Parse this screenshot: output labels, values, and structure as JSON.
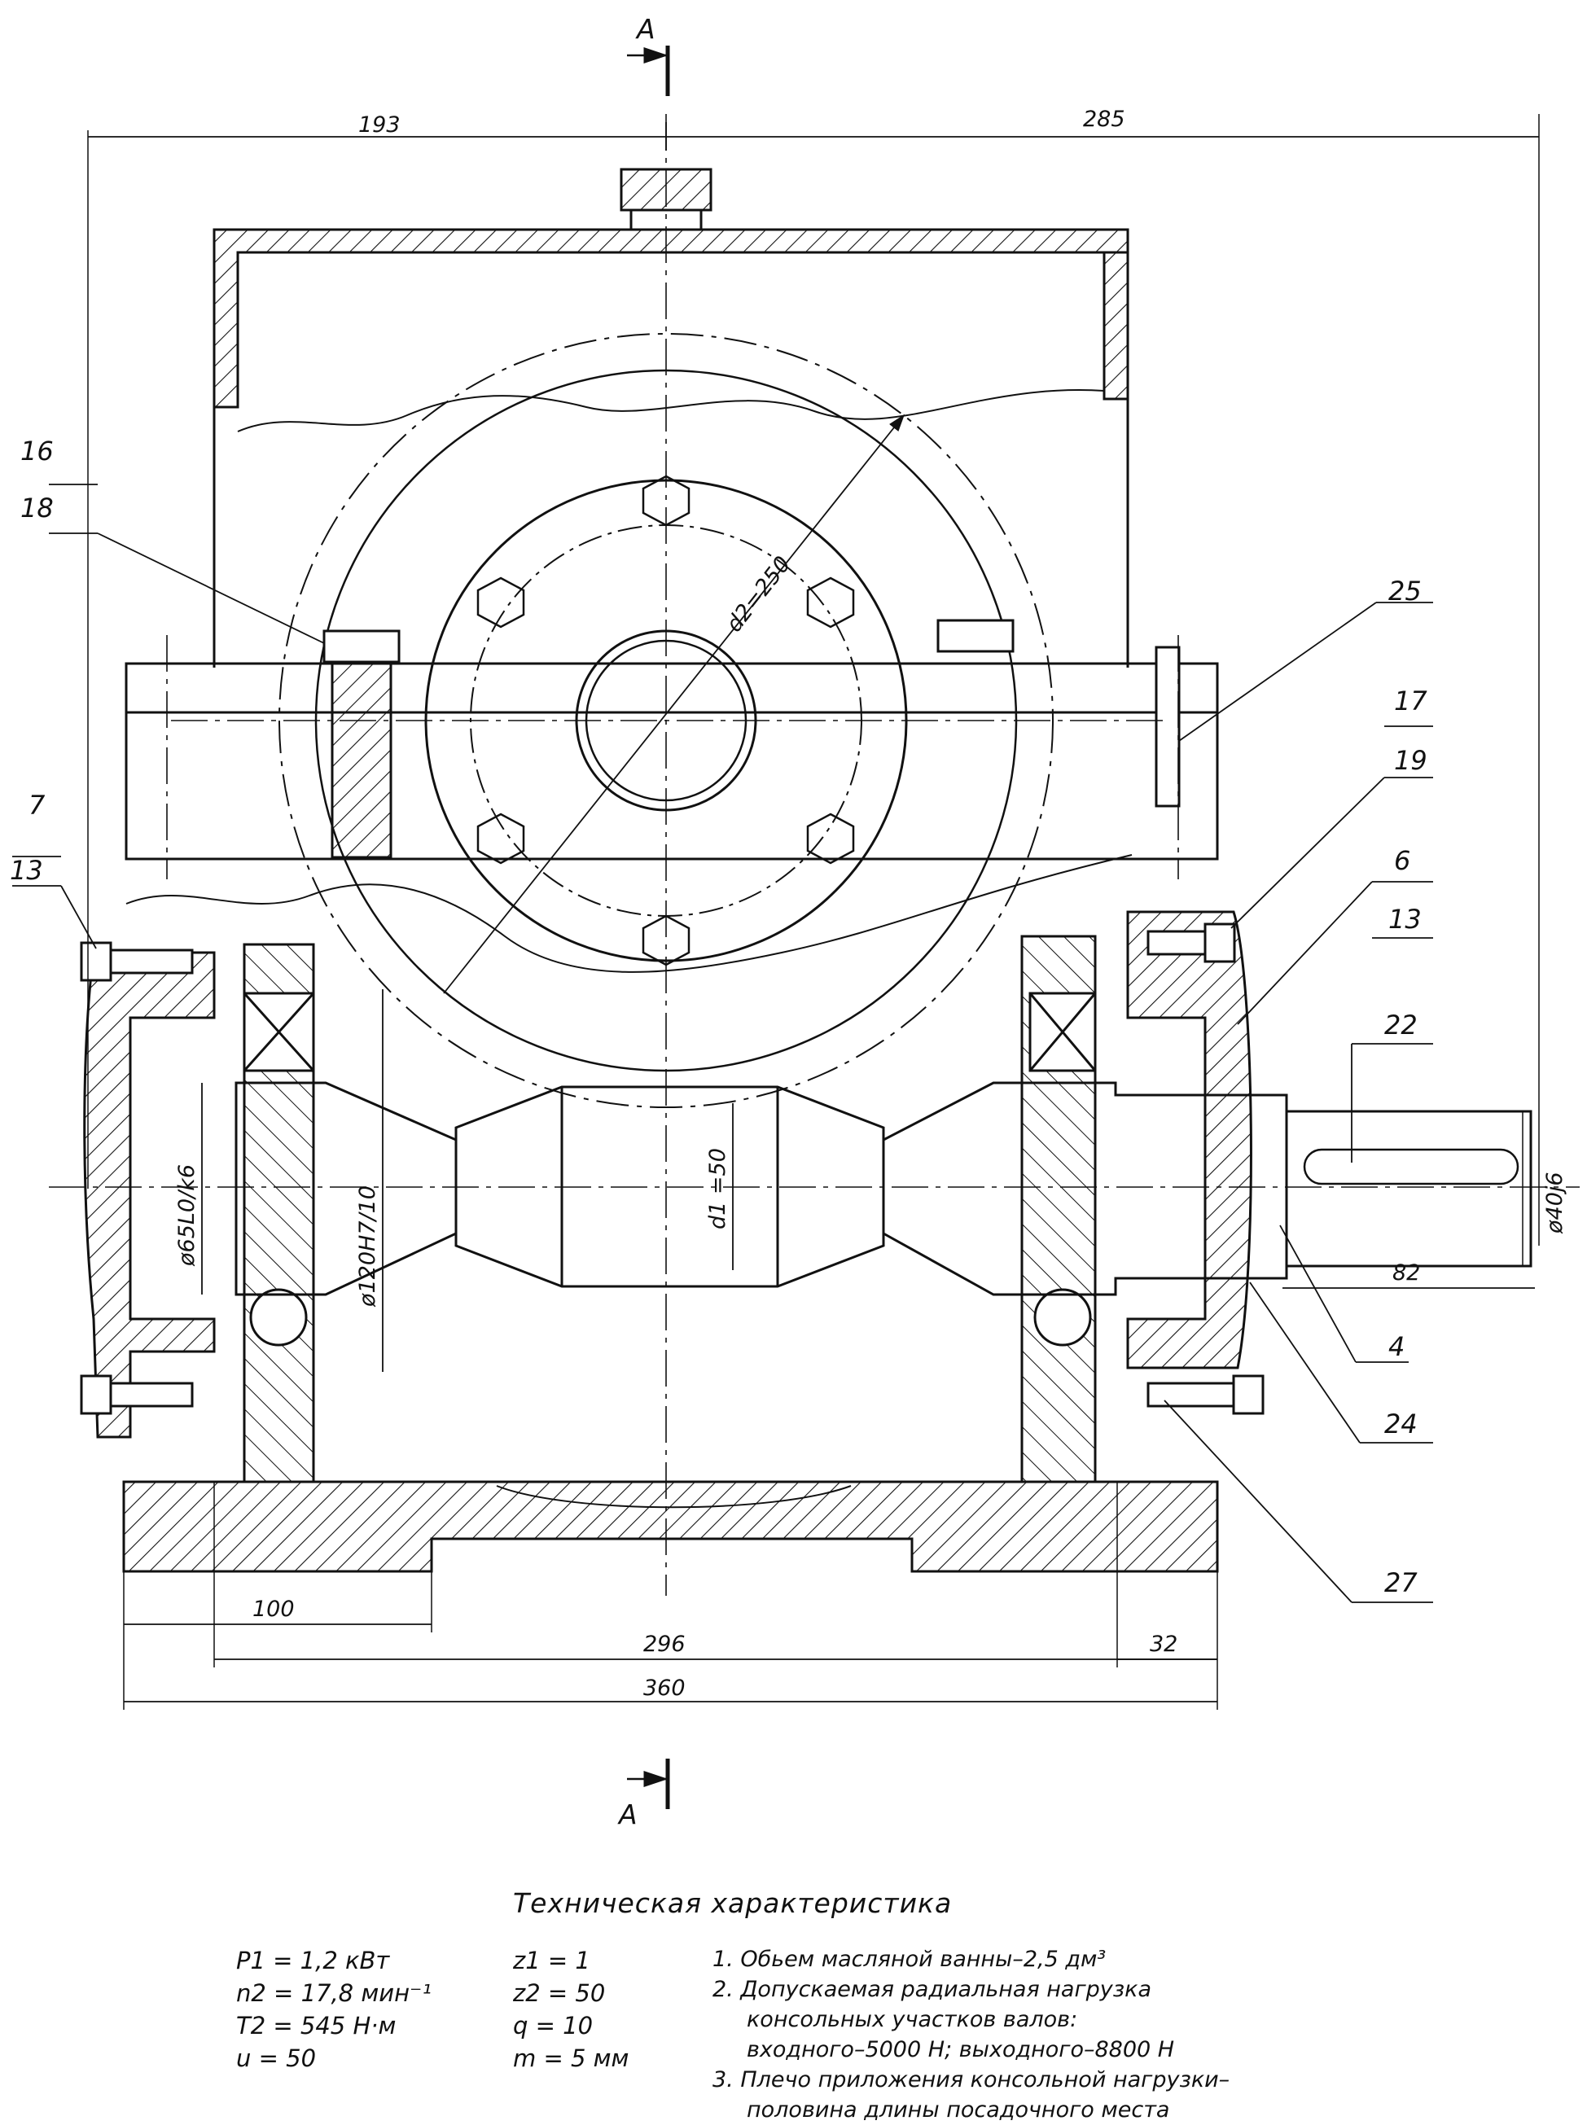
{
  "section_marks": {
    "letter_top": "A",
    "letter_bottom": "A"
  },
  "dimensions": {
    "left_top": "193",
    "right_top": "285",
    "wheel_pitch_diameter": "d2=250",
    "worm_pitch_diameter": "d1 =50",
    "bearing_fit_left": "ø65L0/k6",
    "housing_fit_left": "ø120H7/10",
    "shaft_end_fit": "ø40j6",
    "shaft_end_length": "82",
    "base_left": "100",
    "base_span": "296",
    "base_right": "32",
    "overall_width": "360"
  },
  "positions": [
    "16",
    "18",
    "25",
    "17",
    "19",
    "6",
    "13",
    "7",
    "13",
    "22",
    "4",
    "24",
    "27"
  ],
  "spec": {
    "title": "Техническая характеристика",
    "params": [
      "P1 = 1,2  кВт",
      "n2 = 17,8  мин⁻¹",
      "T2 = 545  Н·м",
      "u = 50"
    ],
    "gear": [
      "z1 = 1",
      "z2 = 50",
      "q = 10",
      "m = 5 мм"
    ],
    "notes": [
      "1.  Обьем масляной ванны–2,5 дм³",
      "2.  Допускаемая радиальная нагрузка",
      "консольных участков валов:",
      "входного–5000 Н; выходного–8800 Н",
      "3.  Плечо приложения консольной нагрузки–",
      "половина длины посадочного места"
    ]
  }
}
